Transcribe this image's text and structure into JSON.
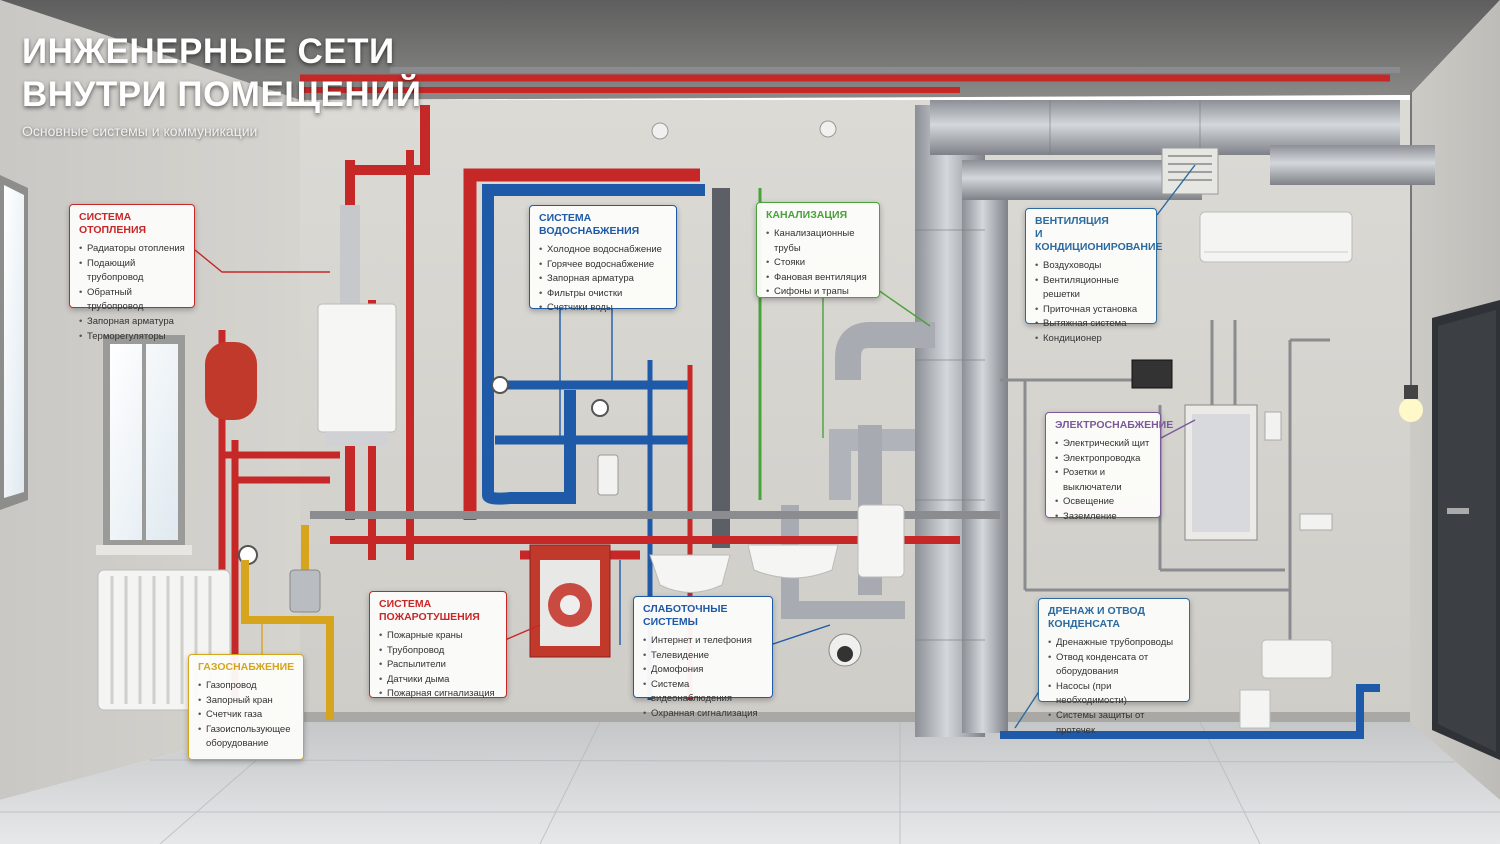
{
  "header": {
    "title_line1": "ИНЖЕНЕРНЫЕ СЕТИ",
    "title_line2": "ВНУТРИ ПОМЕЩЕНИЙ",
    "subtitle": "Основные системы и коммуникации"
  },
  "colors": {
    "heating": "#c62828",
    "water": "#1e5aa8",
    "sewer": "#4aa23a",
    "ventilation": "#2c6aa0",
    "electric": "#7a5a9a",
    "fire": "#c62828",
    "gas": "#d6a51d",
    "lowvoltage": "#1e5aa8",
    "drainage": "#2c6aa0"
  },
  "systems": [
    {
      "key": "heating",
      "title": "СИСТЕМА ОТОПЛЕНИЯ",
      "items": [
        "Радиаторы отопления",
        "Подающий трубопровод",
        "Обратный трубопровод",
        "Запорная арматура",
        "Терморегуляторы"
      ]
    },
    {
      "key": "water",
      "title": "СИСТЕМА ВОДОСНАБЖЕНИЯ",
      "items": [
        "Холодное водоснабжение",
        "Горячее водоснабжение",
        "Запорная арматура",
        "Фильтры очистки",
        "Счетчики воды"
      ]
    },
    {
      "key": "sewer",
      "title": "КАНАЛИЗАЦИЯ",
      "items": [
        "Канализационные трубы",
        "Стояки",
        "Фановая вентиляция",
        "Сифоны и трапы"
      ]
    },
    {
      "key": "ventilation",
      "title": "ВЕНТИЛЯЦИЯ\nИ КОНДИЦИОНИРОВАНИЕ",
      "items": [
        "Воздуховоды",
        "Вентиляционные решетки",
        "Приточная установка",
        "Вытяжная система",
        "Кондиционер"
      ]
    },
    {
      "key": "electric",
      "title": "ЭЛЕКТРОСНАБЖЕНИЕ",
      "items": [
        "Электрический щит",
        "Электропроводка",
        "Розетки и выключатели",
        "Освещение",
        "Заземление"
      ]
    },
    {
      "key": "fire",
      "title": "СИСТЕМА ПОЖАРОТУШЕНИЯ",
      "items": [
        "Пожарные краны",
        "Трубопровод",
        "Распылители",
        "Датчики дыма",
        "Пожарная сигнализация"
      ]
    },
    {
      "key": "gas",
      "title": "ГАЗОСНАБЖЕНИЕ",
      "items": [
        "Газопровод",
        "Запорный кран",
        "Счетчик газа",
        "Газоиспользующее оборудование"
      ]
    },
    {
      "key": "lowvoltage",
      "title": "СЛАБОТОЧНЫЕ СИСТЕМЫ",
      "items": [
        "Интернет и телефония",
        "Телевидение",
        "Домофония",
        "Система видеонаблюдения",
        "Охранная сигнализация"
      ]
    },
    {
      "key": "drainage",
      "title": "ДРЕНАЖ И ОТВОД КОНДЕНСАТА",
      "items": [
        "Дренажные трубопроводы",
        "Отвод конденсата от оборудования",
        "Насосы (при необходимости)",
        "Системы защиты от протечек"
      ]
    }
  ]
}
